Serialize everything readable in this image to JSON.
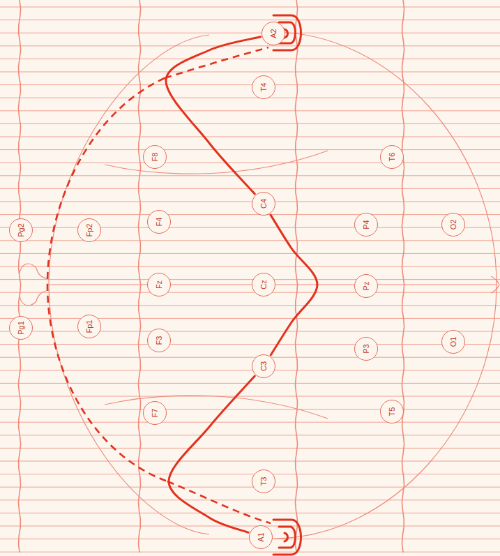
{
  "diagram": {
    "nodes": [
      {
        "text": [
          "A2"
        ]
      },
      {
        "text": [
          "T4"
        ]
      },
      {
        "text": [
          "F8"
        ]
      },
      {
        "text": [
          "T6"
        ]
      },
      {
        "text": [
          "C4"
        ]
      },
      {
        "text": [
          "Pg2"
        ]
      },
      {
        "text": [
          "Fp2"
        ]
      },
      {
        "text": [
          "F4"
        ]
      },
      {
        "text": [
          "P4"
        ]
      },
      {
        "text": [
          "O2"
        ]
      },
      {
        "text": [
          "Fz"
        ]
      },
      {
        "text": [
          "Cz"
        ]
      },
      {
        "text": [
          "Pz"
        ]
      },
      {
        "text": [
          "Pg1"
        ]
      },
      {
        "text": [
          "Fp1"
        ]
      },
      {
        "text": [
          "F3"
        ]
      },
      {
        "text": [
          "C3"
        ]
      },
      {
        "text": [
          "P3"
        ]
      },
      {
        "text": [
          "O1"
        ]
      },
      {
        "text": [
          "F7"
        ]
      },
      {
        "text": [
          "T5"
        ]
      },
      {
        "text": [
          "T3"
        ]
      },
      {
        "text": [
          "A1"
        ]
      }
    ],
    "edges": [
      {
        "from": 0,
        "to": 4,
        "arrow": "none"
      },
      {
        "from": 4,
        "to": 16,
        "arrow": "none"
      },
      {
        "from": 16,
        "to": 22,
        "arrow": "none"
      }
    ]
  }
}
